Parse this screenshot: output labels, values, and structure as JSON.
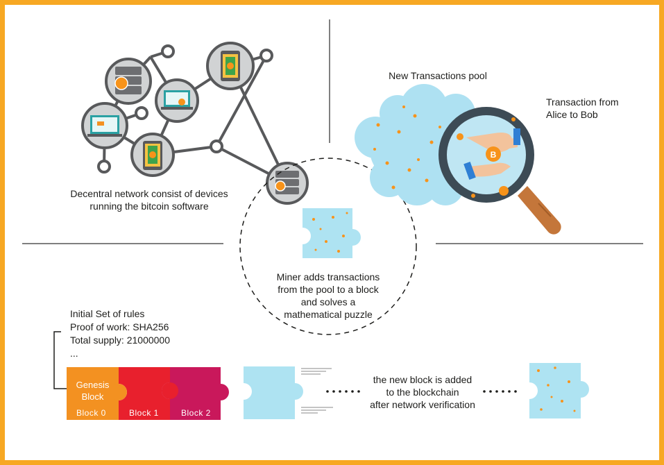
{
  "labels": {
    "network_caption_line1": "Decentral network consist of devices",
    "network_caption_line2": "running the bitcoin software",
    "pool_title": "New Transactions pool",
    "transaction_line1": "Transaction from",
    "transaction_line2": "Alice to Bob",
    "miner_line1": "Miner adds transactions",
    "miner_line2": "from the pool to a block",
    "miner_line3": "and solves a",
    "miner_line4": "mathematical puzzle",
    "new_block_line1": "the new block is added",
    "new_block_line2": "to the blockchain",
    "new_block_line3": "after network verification"
  },
  "rules": {
    "title": "Initial Set of rules",
    "proof_of_work": "Proof of work: SHA256",
    "total_supply": "Total supply: 21000000",
    "ellipsis": "..."
  },
  "blocks": {
    "genesis_line1": "Genesis",
    "genesis_line2": "Block",
    "block0": "Block 0",
    "block1": "Block 1",
    "block2": "Block 2"
  },
  "colors": {
    "border": "#f7a823",
    "genesis": "#f39121",
    "block1": "#e8202d",
    "block2": "#c9185b",
    "puzzle": "#aee3f2",
    "cloud": "#aee1f2",
    "network_node": "#58595b",
    "bitcoin": "#f7931a"
  },
  "icons": {
    "network": "network-graph-icon",
    "magnifier": "magnifying-glass-icon",
    "bitcoin": "bitcoin-icon",
    "puzzle": "puzzle-piece-icon"
  }
}
